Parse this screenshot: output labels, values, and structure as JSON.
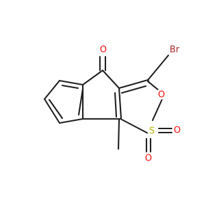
{
  "molecule": {
    "atoms": {
      "bromine": {
        "label": "Br",
        "color": "#a52a2a"
      },
      "carbonyl_oxygen": {
        "label": "O",
        "color": "#ff0d0d"
      },
      "ring_oxygen": {
        "label": "O",
        "color": "#ff0d0d"
      },
      "sulfur": {
        "label": "S",
        "color": "#b8b800"
      },
      "sulfonyl_oxygen_1": {
        "label": "O",
        "color": "#ff0d0d"
      },
      "sulfonyl_oxygen_2": {
        "label": "O",
        "color": "#ff0d0d"
      }
    },
    "bond_color": "#1f1f1f"
  }
}
